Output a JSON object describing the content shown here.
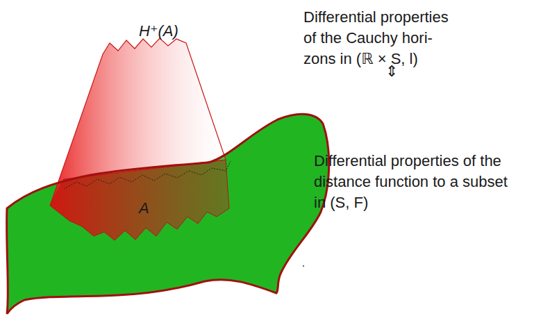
{
  "diagram": {
    "labels": [
      "H⁺(A)",
      "A",
      "Differential properties of the Cauchy hori- zons in (ℝ × S, l)",
      "⇕",
      "Differential properties of the distance function to a subset in (S, F)"
    ]
  }
}
